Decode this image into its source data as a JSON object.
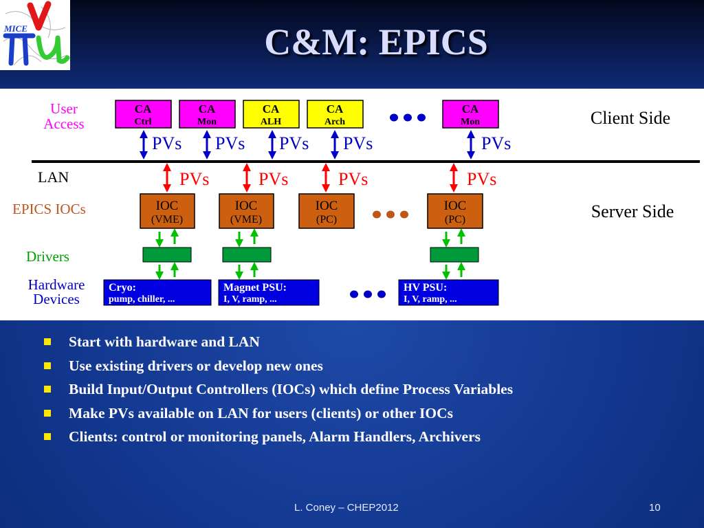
{
  "title": "C&M: EPICS",
  "logo": {
    "text": "MICE"
  },
  "diagram": {
    "rows": {
      "user_access": [
        "User",
        "Access"
      ],
      "lan": "LAN",
      "epics_iocs": "EPICS IOCs",
      "drivers": "Drivers",
      "hardware": [
        "Hardware",
        "Devices"
      ]
    },
    "client_side": "Client Side",
    "server_side": "Server Side",
    "pv_label": "PVs",
    "clients": [
      {
        "line1": "CA",
        "line2": "Ctrl",
        "color": "#ff00ff"
      },
      {
        "line1": "CA",
        "line2": "Mon",
        "color": "#ff00ff"
      },
      {
        "line1": "CA",
        "line2": "ALH",
        "color": "#ffff00"
      },
      {
        "line1": "CA",
        "line2": "Arch",
        "color": "#ffff00"
      },
      {
        "line1": "CA",
        "line2": "Mon",
        "color": "#ff00ff"
      }
    ],
    "iocs": [
      {
        "line1": "IOC",
        "line2": "(VME)"
      },
      {
        "line1": "IOC",
        "line2": "(VME)"
      },
      {
        "line1": "IOC",
        "line2": "(PC)"
      },
      {
        "line1": "IOC",
        "line2": "(PC)"
      }
    ],
    "devices": [
      {
        "line1": "Cryo:",
        "line2": "pump, chiller, ..."
      },
      {
        "line1": "Magnet PSU:",
        "line2": "I, V, ramp, ..."
      },
      {
        "line1": "HV PSU:",
        "line2": "I, V, ramp, ..."
      }
    ],
    "colors": {
      "user_access": "#ff00ff",
      "lan": "#000000",
      "epics_iocs": "#c0561a",
      "drivers": "#00a000",
      "hardware": "#0000c8",
      "ioc_fill": "#cc6010",
      "driver_fill": "#009a3a",
      "device_fill": "#0000e0",
      "pv_client_arrow": "#0000c8",
      "pv_server_arrow": "#ff0000",
      "driver_arrow": "#00c000"
    }
  },
  "bullets": [
    "Start with hardware and LAN",
    "Use existing drivers or develop new ones",
    "Build Input/Output Controllers (IOCs) which define Process Variables",
    "Make PVs available on LAN for users (clients) or other IOCs",
    "Clients: control or monitoring panels, Alarm Handlers, Archivers"
  ],
  "footer": {
    "author": "L. Coney – CHEP2012",
    "page": "10"
  }
}
